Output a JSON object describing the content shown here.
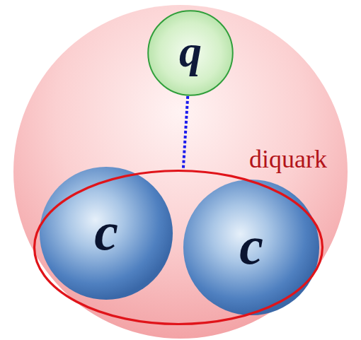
{
  "diagram": {
    "nodes": [
      {
        "text": [
          "q"
        ]
      },
      {
        "text": [
          "diquark"
        ]
      },
      {
        "text": [
          "c"
        ],
        "in": 1
      },
      {
        "text": [
          "c"
        ],
        "in": 1
      }
    ],
    "edges": [
      {
        "from": 0,
        "to": 1,
        "arrow": "none"
      }
    ]
  }
}
